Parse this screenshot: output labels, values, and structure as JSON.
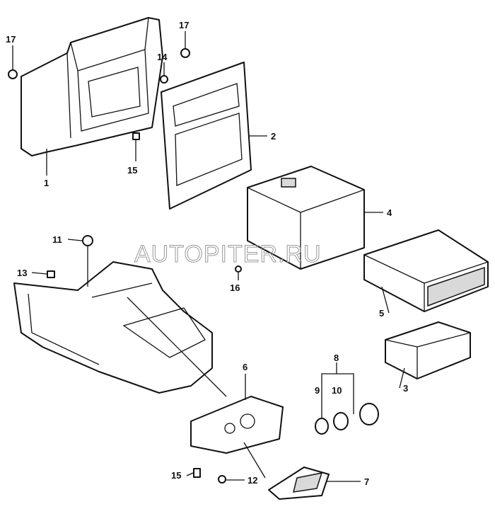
{
  "watermark": "AUTOPITER.RU",
  "callouts": [
    {
      "id": "c17a",
      "text": "17"
    },
    {
      "id": "c17b",
      "text": "17"
    },
    {
      "id": "c14",
      "text": "14"
    },
    {
      "id": "c15a",
      "text": "15"
    },
    {
      "id": "c1",
      "text": "1"
    },
    {
      "id": "c2",
      "text": "2"
    },
    {
      "id": "c4",
      "text": "4"
    },
    {
      "id": "c11",
      "text": "11"
    },
    {
      "id": "c13",
      "text": "13"
    },
    {
      "id": "c16",
      "text": "16"
    },
    {
      "id": "c5",
      "text": "5"
    },
    {
      "id": "c8",
      "text": "8"
    },
    {
      "id": "c9",
      "text": "9"
    },
    {
      "id": "c10",
      "text": "10"
    },
    {
      "id": "c6",
      "text": "6"
    },
    {
      "id": "c3",
      "text": "3"
    },
    {
      "id": "c15b",
      "text": "15"
    },
    {
      "id": "c12",
      "text": "12"
    },
    {
      "id": "c7",
      "text": "7"
    }
  ]
}
